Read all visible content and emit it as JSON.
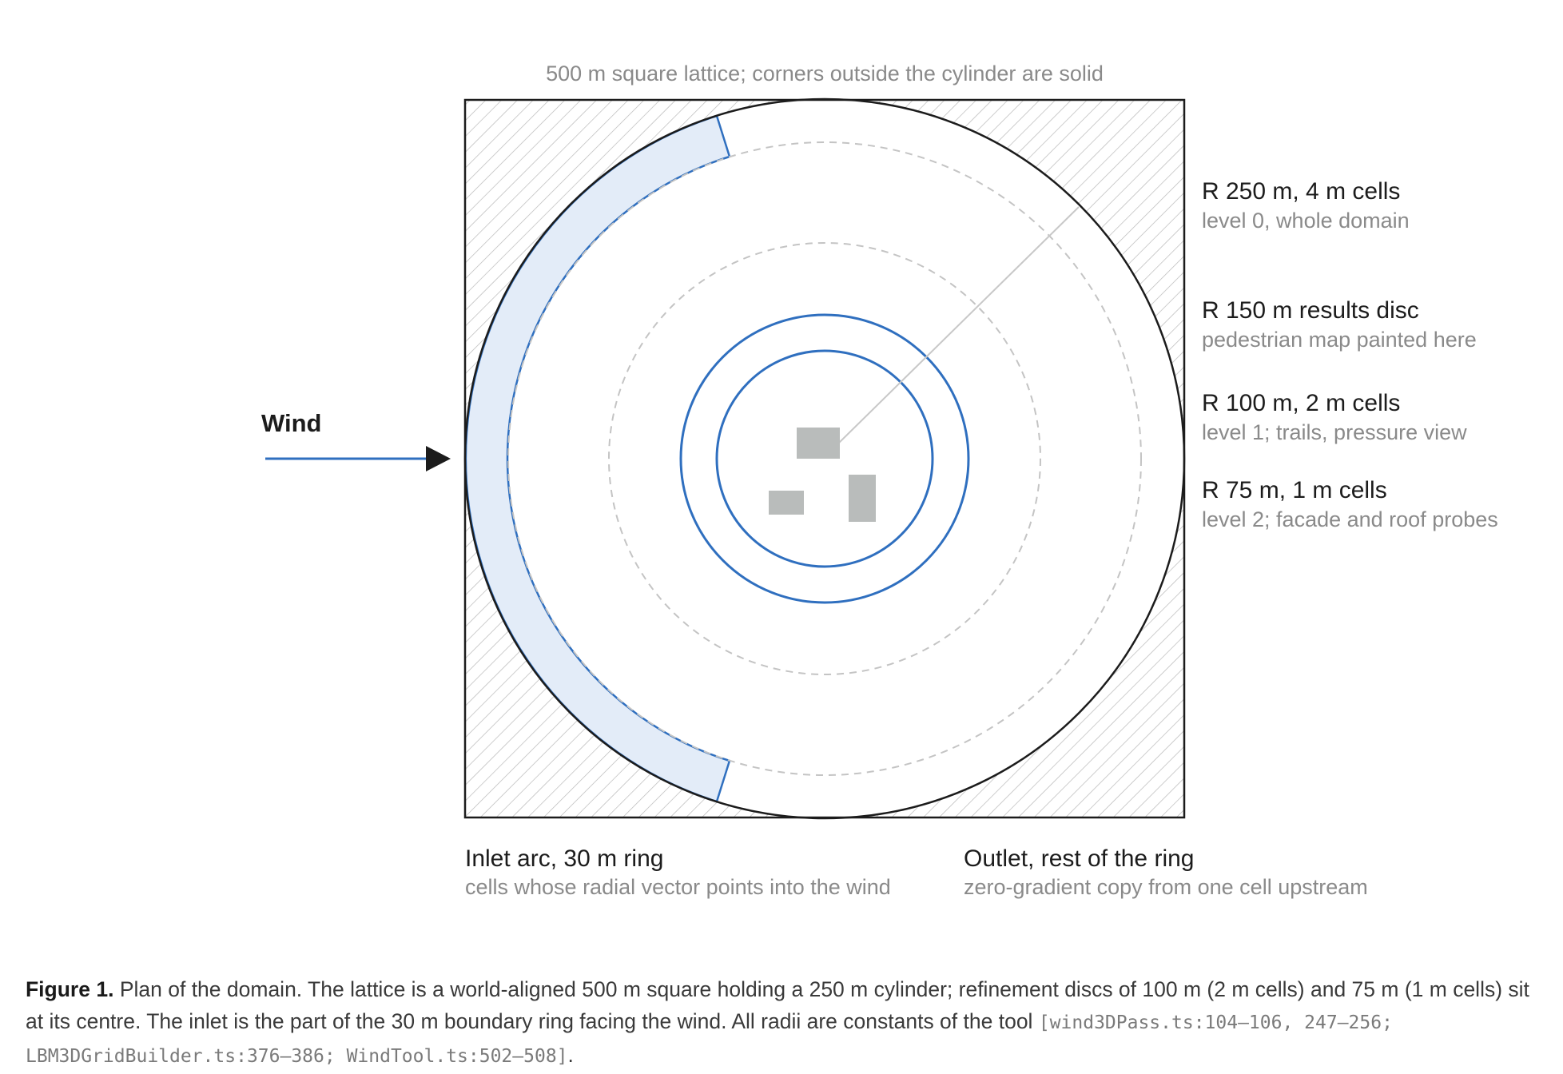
{
  "diagram": {
    "top_label": "500 m square lattice; corners outside the cylinder are solid",
    "wind_label": "Wind",
    "radius_labels": [
      {
        "title": "R 250 m, 4 m cells",
        "subtitle": "level 0, whole domain"
      },
      {
        "title": "R 150 m results disc",
        "subtitle": "pedestrian map painted here"
      },
      {
        "title": "R 100 m, 2 m cells",
        "subtitle": "level 1; trails, pressure view"
      },
      {
        "title": "R 75 m, 1 m cells",
        "subtitle": "level 2; facade and roof probes"
      }
    ],
    "inlet": {
      "title": "Inlet arc, 30 m ring",
      "subtitle": "cells whose radial vector points into the wind"
    },
    "outlet": {
      "title": "Outlet, rest of the ring",
      "subtitle": "zero-gradient copy from one cell upstream"
    },
    "colors": {
      "blue": "#2f6fbf",
      "inlet_fill": "#e3ecf8",
      "hatch": "#b8b8b8",
      "dashed": "#c4c4c4",
      "building": "#b9bcbb"
    }
  },
  "caption": {
    "label": "Figure 1.",
    "text": "Plan of the domain. The lattice is a world-aligned 500 m square holding a 250 m cylinder; refinement discs of 100 m (2 m cells) and 75 m (1 m cells) sit at its centre. The inlet is the part of the 30 m boundary ring facing the wind. All radii are constants of the tool",
    "refs": "[wind3DPass.ts:104–106, 247–256; LBM3DGridBuilder.ts:376–386; WindTool.ts:502–508]",
    "end": "."
  }
}
